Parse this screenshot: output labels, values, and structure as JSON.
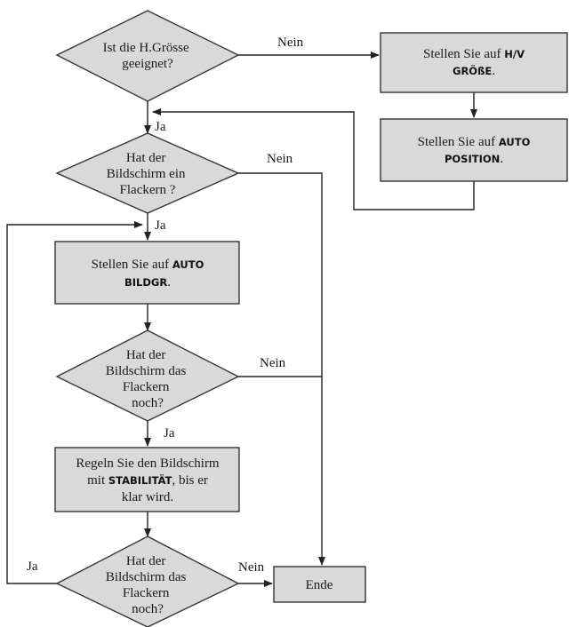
{
  "diagram": {
    "decisions": {
      "d1": [
        "Ist die H.Grösse",
        "geeignet?"
      ],
      "d2": [
        "Hat der",
        "Bildschirm ein",
        "Flackern ?"
      ],
      "d3": [
        "Hat der",
        "Bildschirm das",
        "Flackern",
        "noch?"
      ],
      "d4": [
        "Hat der",
        "Bildschirm das",
        "Flackern",
        "noch?"
      ]
    },
    "processes": {
      "p1": {
        "line1_plain": "Stellen Sie auf ",
        "line1_bold": "H/V",
        "line2_bold": "GRÖßE",
        "line2_tail": "."
      },
      "p2": {
        "line1_plain": "Stellen Sie auf ",
        "line1_bold": "AUTO",
        "line2_bold": "POSITION",
        "line2_tail": "."
      },
      "p3": {
        "line1_plain": "Stellen Sie auf ",
        "line1_bold": "AUTO",
        "line2_bold": "BILDGR",
        "line2_tail": "."
      },
      "p4": {
        "line1": "Regeln Sie den Bildschirm",
        "line2_plain": "mit ",
        "line2_bold": "STABILITÄT",
        "line2_tail": ", bis er",
        "line3": "klar wird."
      }
    },
    "end_label": "Ende",
    "edge_labels": {
      "yes": "Ja",
      "no": "Nein"
    }
  }
}
